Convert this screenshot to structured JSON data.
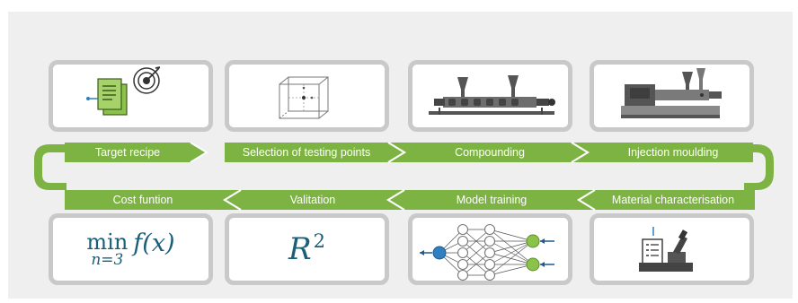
{
  "colors": {
    "band": "#7cb342",
    "band_dark": "#5f8f2e",
    "card_border": "#c9c9c9",
    "panel": "#efefef",
    "math": "#1b5e78",
    "node_blue": "#2f7fc1",
    "node_green": "#8bc34a"
  },
  "steps_top": [
    {
      "label": "Target recipe",
      "icon": "target-document-icon"
    },
    {
      "label": "Selection of testing points",
      "icon": "cube-points-icon"
    },
    {
      "label": "Compounding",
      "icon": "extruder-icon"
    },
    {
      "label": "Injection moulding",
      "icon": "injection-machine-icon"
    }
  ],
  "steps_bottom": [
    {
      "label": "Cost funtion",
      "icon": "min-function-icon"
    },
    {
      "label": "Valitation",
      "icon": "r-squared-icon"
    },
    {
      "label": "Model training",
      "icon": "neural-network-icon"
    },
    {
      "label": "Material characterisation",
      "icon": "lab-microscope-icon"
    }
  ],
  "formulas": {
    "min_word": "min",
    "min_subscript": "n=3",
    "min_expr": "f(x)",
    "r_base": "R",
    "r_exp": "2"
  }
}
